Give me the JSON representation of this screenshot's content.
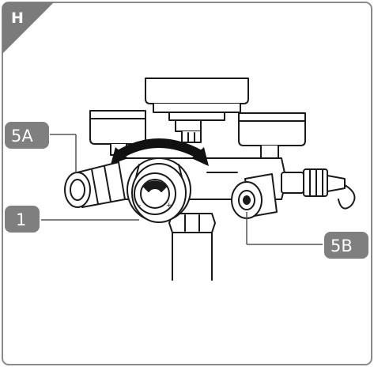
{
  "figure": {
    "corner_label": "H",
    "callouts": {
      "a": "5A",
      "b": "1",
      "c": "5B"
    },
    "dial_marks": {
      "minus": "–",
      "plus": "+"
    }
  },
  "colors": {
    "panel_border": "#8a8a8a",
    "corner_tab": "#7b7b7b",
    "callout_box": "#7f7f7f",
    "callout_text": "#ffffff",
    "line_art": "#1a1a1a",
    "rotation_arrow": "#111111"
  }
}
